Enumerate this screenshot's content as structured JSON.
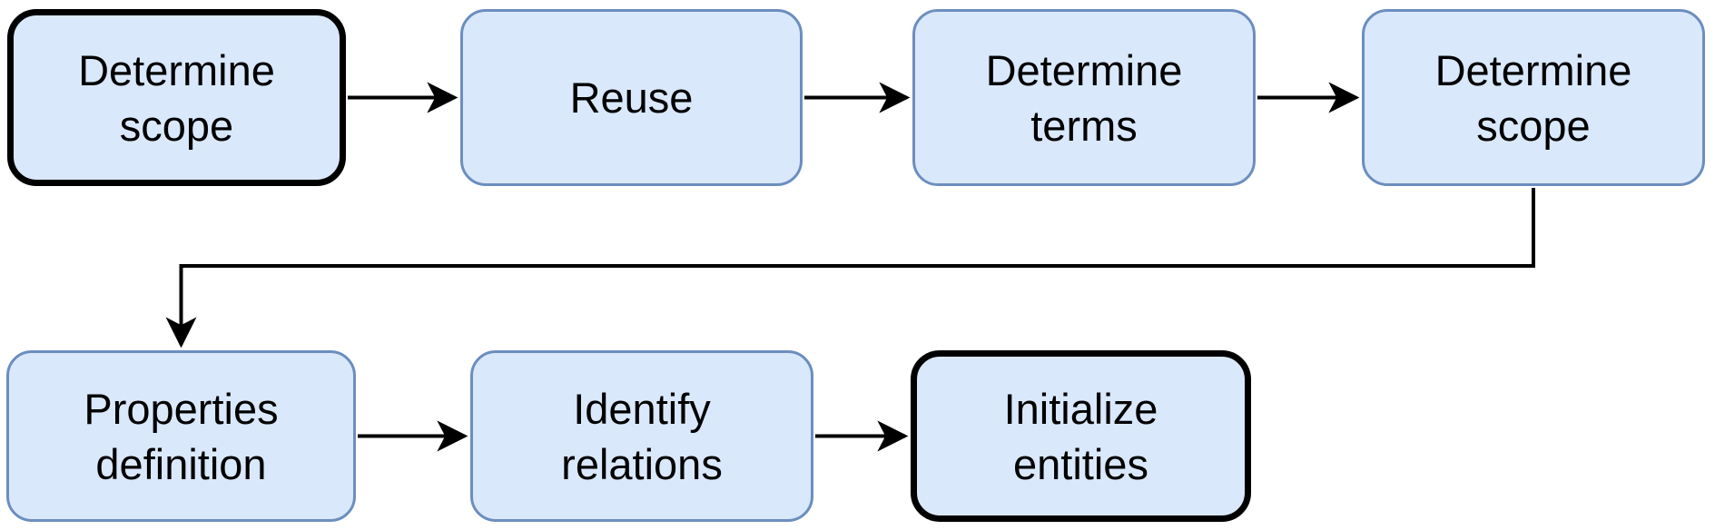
{
  "diagram": {
    "type": "flowchart",
    "colors": {
      "background": "#ffffff",
      "node_fill": "#dae8fc",
      "node_border": "#6c8ebf",
      "emphasis_border": "#000000",
      "arrow": "#000000",
      "text": "#000000"
    },
    "nodes": [
      {
        "id": "start-determine-scope",
        "label": "Determine\nscope",
        "emphasis": true
      },
      {
        "id": "reuse",
        "label": "Reuse",
        "emphasis": false
      },
      {
        "id": "determine-terms",
        "label": "Determine\nterms",
        "emphasis": false
      },
      {
        "id": "determine-scope-2",
        "label": "Determine\nscope",
        "emphasis": false
      },
      {
        "id": "properties-definition",
        "label": "Properties\ndefinition",
        "emphasis": false
      },
      {
        "id": "identify-relations",
        "label": "Identify\nrelations",
        "emphasis": false
      },
      {
        "id": "initialize-entities",
        "label": "Initialize\nentities",
        "emphasis": true
      }
    ],
    "edges": [
      {
        "from": "start-determine-scope",
        "to": "reuse",
        "type": "straight"
      },
      {
        "from": "reuse",
        "to": "determine-terms",
        "type": "straight"
      },
      {
        "from": "determine-terms",
        "to": "determine-scope-2",
        "type": "straight"
      },
      {
        "from": "determine-scope-2",
        "to": "properties-definition",
        "type": "elbow"
      },
      {
        "from": "properties-definition",
        "to": "identify-relations",
        "type": "straight"
      },
      {
        "from": "identify-relations",
        "to": "initialize-entities",
        "type": "straight"
      }
    ]
  }
}
